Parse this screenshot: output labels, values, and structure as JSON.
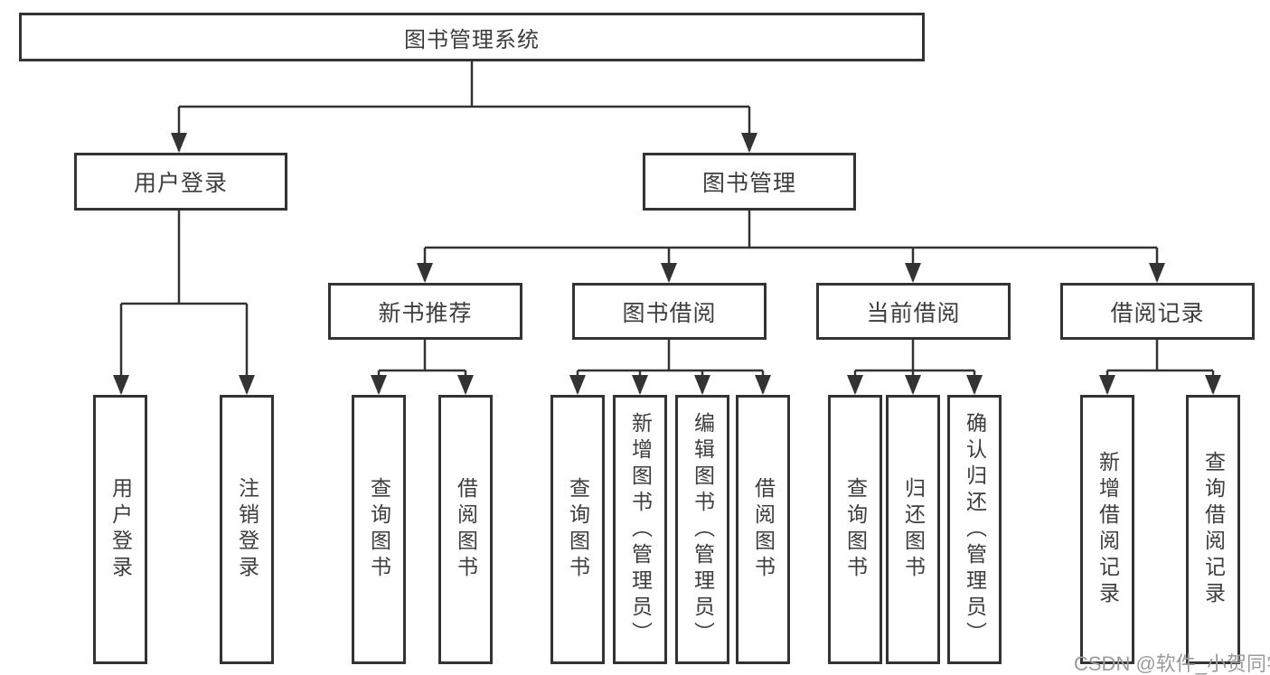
{
  "tree": {
    "root": {
      "label": "图书管理系统",
      "children": [
        {
          "label": "用户登录",
          "children": [
            {
              "label": "用户登录"
            },
            {
              "label": "注销登录"
            }
          ]
        },
        {
          "label": "图书管理",
          "children": [
            {
              "label": "新书推荐",
              "children": [
                {
                  "label": "查询图书"
                },
                {
                  "label": "借阅图书"
                }
              ]
            },
            {
              "label": "图书借阅",
              "children": [
                {
                  "label": "查询图书"
                },
                {
                  "label": "新增图书（管理员）"
                },
                {
                  "label": "编辑图书（管理员）"
                },
                {
                  "label": "借阅图书"
                }
              ]
            },
            {
              "label": "当前借阅",
              "children": [
                {
                  "label": "查询图书"
                },
                {
                  "label": "归还图书"
                },
                {
                  "label": "确认归还（管理员）"
                }
              ]
            },
            {
              "label": "借阅记录",
              "children": [
                {
                  "label": "新增借阅记录"
                },
                {
                  "label": "查询借阅记录"
                }
              ]
            }
          ]
        }
      ]
    }
  },
  "watermark": {
    "text": "CSDN @软件_小贺同学"
  },
  "colors": {
    "line": "#333333",
    "box_border": "#333333",
    "box_fill": "#ffffff",
    "text": "#3d3d3d",
    "watermark": "#9b9b9b"
  }
}
